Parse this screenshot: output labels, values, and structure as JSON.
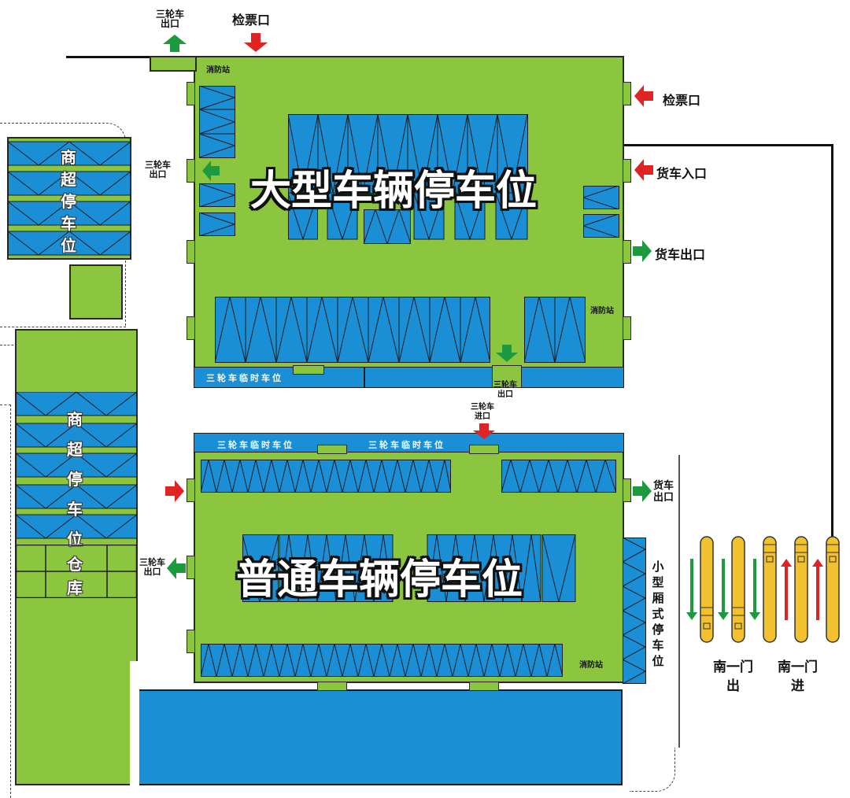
{
  "zones": {
    "large_parking": "大型车辆停车位",
    "normal_parking": "普通车辆停车位",
    "supermarket_top": [
      "商",
      "超",
      "停",
      "车",
      "位"
    ],
    "supermarket_bottom": [
      "商",
      "超",
      "停",
      "车",
      "位"
    ],
    "warehouse": [
      "仓",
      "库"
    ],
    "small_box_parking": [
      "小",
      "型",
      "厢",
      "式",
      "停",
      "车",
      "位"
    ]
  },
  "labels": {
    "ticket_top": "检票口",
    "ticket_right": "检票口",
    "truck_entry": "货车入口",
    "truck_exit_top": "货车出口",
    "truck_exit_bottom": "货车\n出口",
    "tricycle_exit_top": "三轮车\n出口",
    "tricycle_exit_left_top": "三轮车\n出口",
    "tricycle_exit_mid": "三轮车\n出口",
    "tricycle_entry_mid": "三轮车\n进口",
    "tricycle_exit_left_bottom": "三轮车\n出口",
    "fire_station_top": "消防站",
    "fire_station_mid": "消防站",
    "fire_station_bottom": "消防站",
    "tricycle_temp_top": "三轮车临时车位",
    "tricycle_temp_mid_left": "三轮车临时车位",
    "tricycle_temp_mid_right": "三轮车临时车位",
    "south_gate_exit": "南一门\n出",
    "south_gate_entry": "南一门\n进"
  },
  "colors": {
    "ground": "#8cc63f",
    "parking": "#1a8fd6",
    "exit_arrow": "#1b9a3e",
    "entry_arrow": "#e02424",
    "gate": "#f2c12e"
  }
}
